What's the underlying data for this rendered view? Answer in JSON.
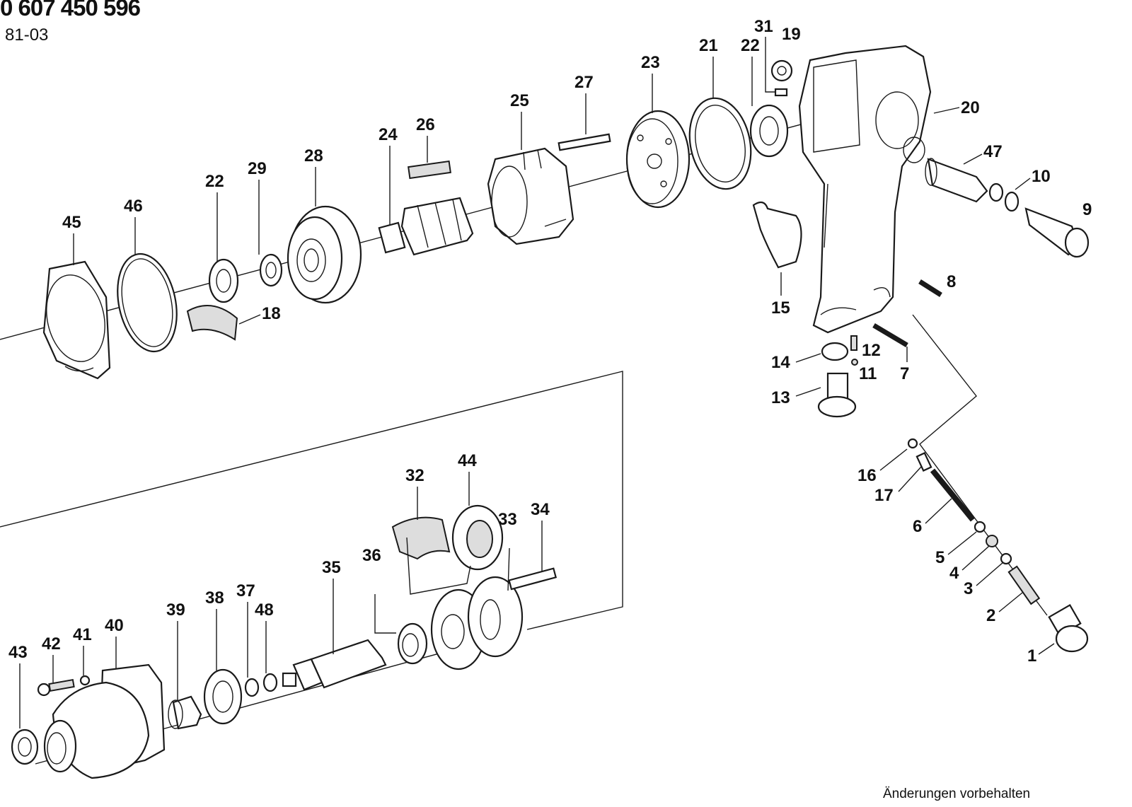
{
  "header": {
    "part_number": "0 607 450 596",
    "date_code": "81-03"
  },
  "footer": {
    "note": "Änderungen vorbehalten"
  },
  "callouts": [
    "1",
    "2",
    "3",
    "4",
    "5",
    "6",
    "7",
    "8",
    "9",
    "10",
    "11",
    "12",
    "13",
    "14",
    "15",
    "16",
    "17",
    "18",
    "19",
    "20",
    "21",
    "22",
    "22",
    "23",
    "24",
    "25",
    "26",
    "27",
    "28",
    "29",
    "31",
    "32",
    "33",
    "34",
    "35",
    "36",
    "37",
    "38",
    "39",
    "40",
    "41",
    "42",
    "43",
    "44",
    "45",
    "46",
    "47",
    "48"
  ]
}
